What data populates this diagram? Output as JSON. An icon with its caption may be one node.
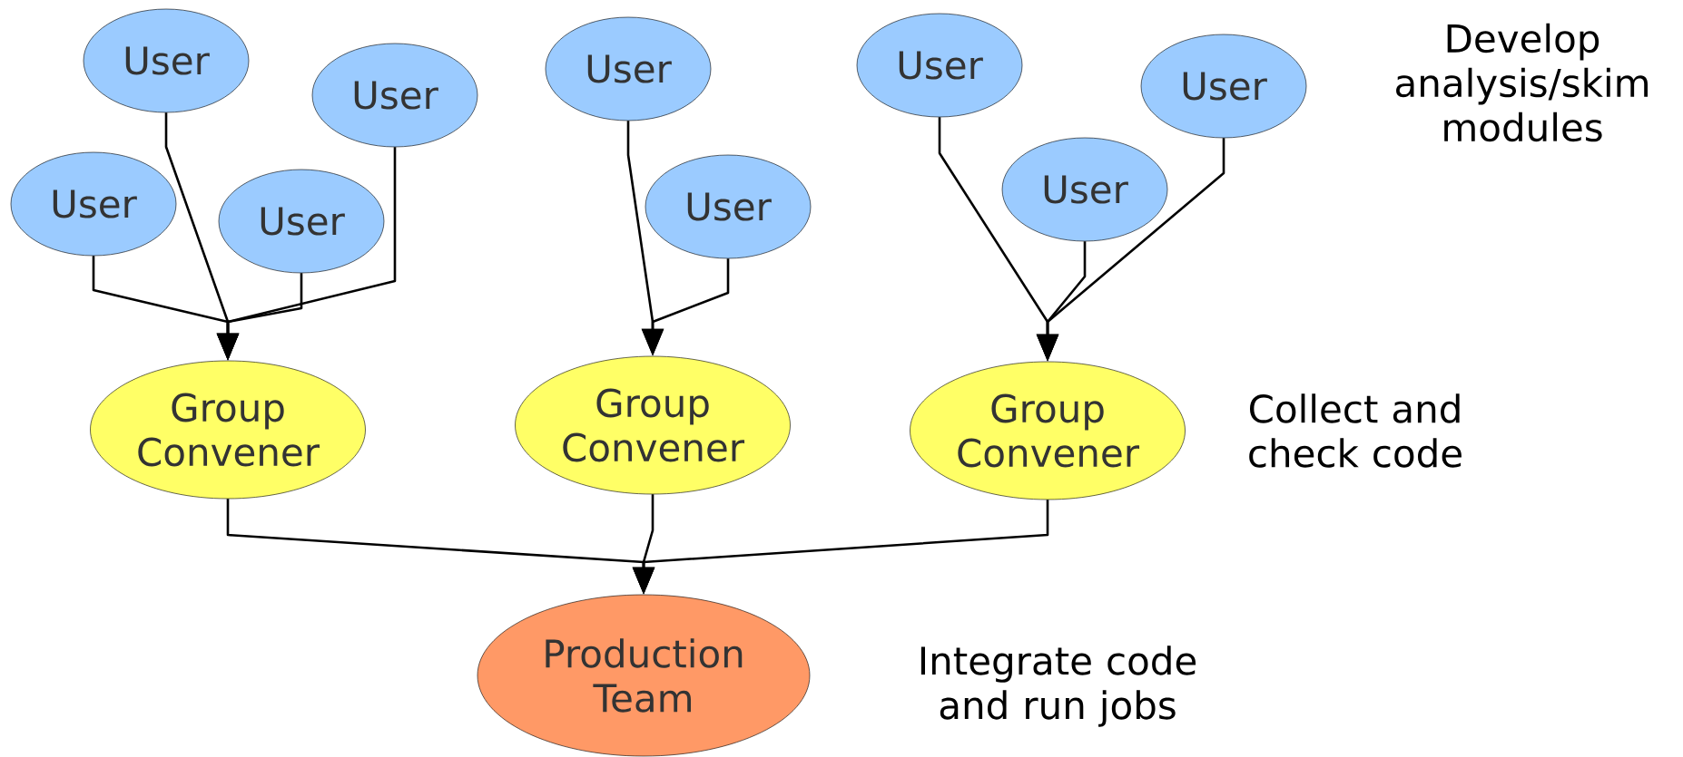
{
  "diagram": {
    "nodes": [
      {
        "text": [
          "User"
        ]
      },
      {
        "text": [
          "User"
        ]
      },
      {
        "text": [
          "User"
        ]
      },
      {
        "text": [
          "User"
        ]
      },
      {
        "text": [
          "User"
        ]
      },
      {
        "text": [
          "User"
        ]
      },
      {
        "text": [
          "User"
        ]
      },
      {
        "text": [
          "User"
        ]
      },
      {
        "text": [
          "User"
        ]
      },
      {
        "text": [
          "Group Convener"
        ]
      },
      {
        "text": [
          "Group Convener"
        ]
      },
      {
        "text": [
          "Group Convener"
        ]
      },
      {
        "text": [
          "Production Team"
        ]
      }
    ],
    "edges": [
      {
        "from": 0,
        "to": 9,
        "arrow": "to"
      },
      {
        "from": 1,
        "to": 9,
        "arrow": "to"
      },
      {
        "from": 2,
        "to": 9,
        "arrow": "to"
      },
      {
        "from": 3,
        "to": 9,
        "arrow": "to"
      },
      {
        "from": 4,
        "to": 10,
        "arrow": "to"
      },
      {
        "from": 5,
        "to": 10,
        "arrow": "to"
      },
      {
        "from": 6,
        "to": 11,
        "arrow": "to"
      },
      {
        "from": 7,
        "to": 11,
        "arrow": "to"
      },
      {
        "from": 8,
        "to": 11,
        "arrow": "to"
      },
      {
        "from": 9,
        "to": 12,
        "arrow": "to"
      },
      {
        "from": 10,
        "to": 12,
        "arrow": "to"
      },
      {
        "from": 11,
        "to": 12,
        "arrow": "to"
      }
    ],
    "labels": [
      "Develop analysis/skim modules",
      "Collect and check code",
      "Integrate code and run jobs"
    ]
  }
}
